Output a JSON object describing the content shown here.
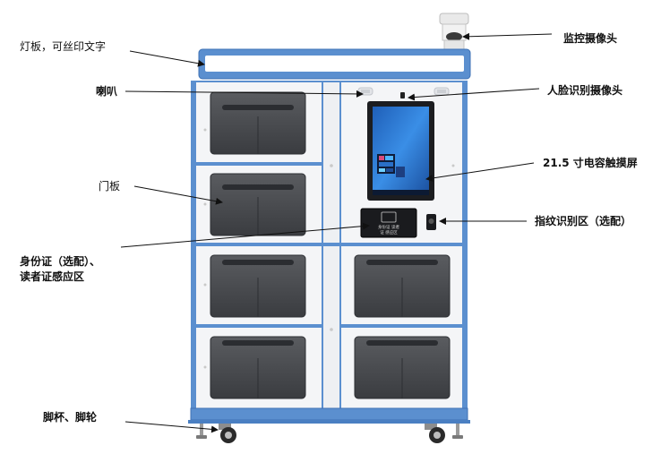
{
  "labels": {
    "light_board": "灯板，可丝印文字",
    "speaker": "喇叭",
    "door_panel": "门板",
    "id_card_line1": "身份证（选配）、",
    "id_card_line2": "读者证感应区",
    "casters": "脚杯、脚轮",
    "monitor_camera": "监控摄像头",
    "face_camera": "人脸识别摄像头",
    "touch_screen": "21.5 寸电容触摸屏",
    "fingerprint": "指纹识别区（选配）"
  },
  "card_reader_text": {
    "line1": "身份证 读者",
    "line2": "证 感应区"
  },
  "colors": {
    "frame_blue": "#5b8fcf",
    "frame_blue_dark": "#3f72b5",
    "cabinet_white": "#f3f4f6",
    "door_dark": "#4a4c50",
    "screen_blue": "#2f7fd6"
  }
}
